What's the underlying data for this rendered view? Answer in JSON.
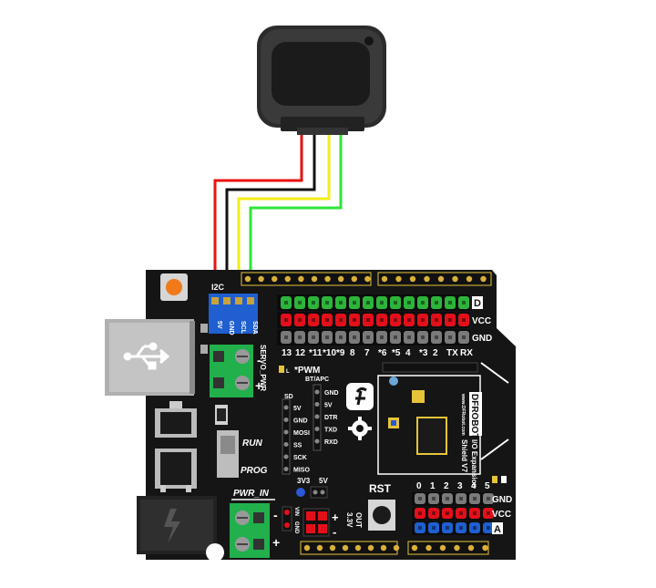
{
  "board": {
    "brand": "DFROBOT",
    "name_line1": "I/O Expansion",
    "name_line2": "Shield V7",
    "url": "www.DFRobot.com"
  },
  "i2c": {
    "title": "I2C",
    "pins": [
      "5V",
      "GND",
      "SCL",
      "SDA"
    ]
  },
  "digital": {
    "row_labels": [
      "D",
      "VCC",
      "GND"
    ],
    "pin_numbers_left": [
      "13",
      "12",
      "*11",
      "*10",
      "*9",
      "8"
    ],
    "pin_numbers_right": [
      "7",
      "*6",
      "*5",
      "4",
      "*3",
      "2",
      "TX",
      "RX"
    ]
  },
  "pwm_label": "*PWM",
  "servo_pwr": {
    "label": "SERVO_PWR",
    "minus": "-",
    "plus": "+"
  },
  "spi": {
    "title": "SD",
    "pins": [
      "5V",
      "GND",
      "MOSI",
      "SS",
      "SCK",
      "MISO"
    ]
  },
  "bt": {
    "title": "BT/APC",
    "pins": [
      "GND",
      "5V",
      "DTR",
      "TXD",
      "RXD"
    ]
  },
  "run_prog": {
    "run": "RUN",
    "prog": "PROG"
  },
  "l_led": "L",
  "voltage_select": {
    "a": "3V3",
    "b": "5V"
  },
  "rst": "RST",
  "power_in": {
    "title": "PWR_IN",
    "minus": "-",
    "plus": "+",
    "vin": "VIN",
    "gnd": "GND"
  },
  "out_3v3": {
    "minus": "-",
    "plus": "+",
    "label_a": "3.3V",
    "label_b": "OUT"
  },
  "analog": {
    "row_labels": [
      "GND",
      "VCC",
      "A"
    ],
    "pin_numbers": [
      "0",
      "1",
      "2",
      "3",
      "4",
      "5"
    ]
  },
  "colors": {
    "board": "#151515",
    "wire_red": "#e8120f",
    "wire_black": "#111111",
    "wire_yellow": "#f3ee17",
    "wire_green": "#2ee53a",
    "header_green": "#2db43a",
    "header_red": "#e3101a",
    "header_gray": "#7a7a7a",
    "header_blue": "#1f5fcf",
    "terminal_green": "#22b04d",
    "usb_gray": "#a8a8a8"
  }
}
